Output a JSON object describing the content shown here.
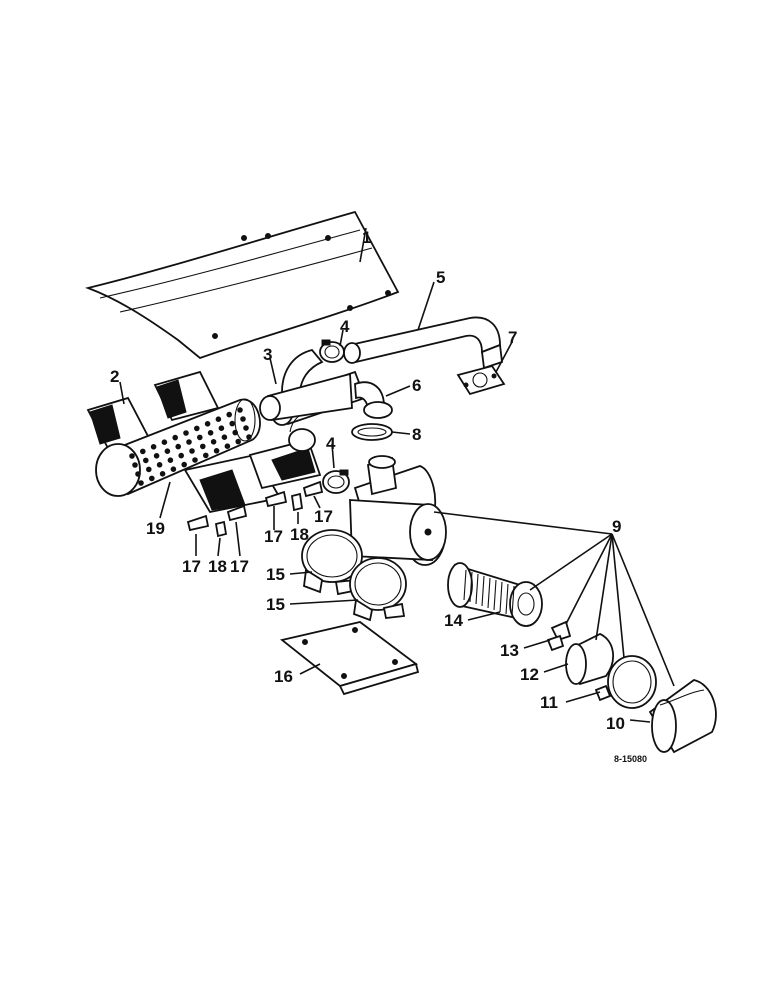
{
  "diagram": {
    "reference_code": "8-15080",
    "callouts": [
      "1",
      "2",
      "3",
      "4",
      "4",
      "5",
      "6",
      "7",
      "8",
      "9",
      "10",
      "11",
      "12",
      "13",
      "14",
      "15",
      "15",
      "16",
      "17",
      "17",
      "17",
      "17",
      "18",
      "18",
      "19"
    ]
  }
}
